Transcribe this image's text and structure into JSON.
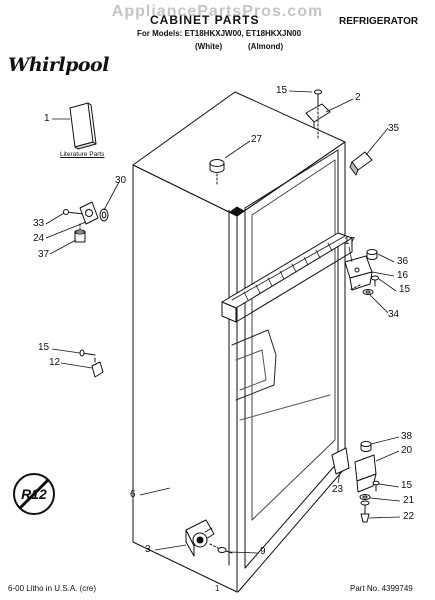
{
  "header": {
    "watermark": "AppliancePartsPros.com",
    "title": "CABINET PARTS",
    "models": "For Models: ET18HKXJW00, ET18HKXJN00",
    "color_white": "(White)",
    "color_almond": "(Almond)",
    "product": "REFRIGERATOR"
  },
  "brand": "Whirlpool",
  "literature_label": "Literature Parts",
  "rating_mark": "R12",
  "footer": {
    "left": "6-00 Litho in U.S.A. (cre)",
    "page": "1",
    "part_no": "Part No. 4399749"
  },
  "callouts": [
    {
      "id": "1",
      "label": "1"
    },
    {
      "id": "15a",
      "label": "15"
    },
    {
      "id": "2",
      "label": "2"
    },
    {
      "id": "35",
      "label": "35"
    },
    {
      "id": "27",
      "label": "27"
    },
    {
      "id": "30",
      "label": "30"
    },
    {
      "id": "33",
      "label": "33"
    },
    {
      "id": "24",
      "label": "24"
    },
    {
      "id": "37",
      "label": "37"
    },
    {
      "id": "17",
      "label": "17"
    },
    {
      "id": "36",
      "label": "36"
    },
    {
      "id": "16",
      "label": "16"
    },
    {
      "id": "15b",
      "label": "15"
    },
    {
      "id": "34",
      "label": "34"
    },
    {
      "id": "15c",
      "label": "15"
    },
    {
      "id": "12",
      "label": "12"
    },
    {
      "id": "38",
      "label": "38"
    },
    {
      "id": "20",
      "label": "20"
    },
    {
      "id": "23",
      "label": "23"
    },
    {
      "id": "15d",
      "label": "15"
    },
    {
      "id": "21",
      "label": "21"
    },
    {
      "id": "22",
      "label": "22"
    },
    {
      "id": "6",
      "label": "6"
    },
    {
      "id": "3",
      "label": "3"
    },
    {
      "id": "9",
      "label": "9"
    }
  ]
}
